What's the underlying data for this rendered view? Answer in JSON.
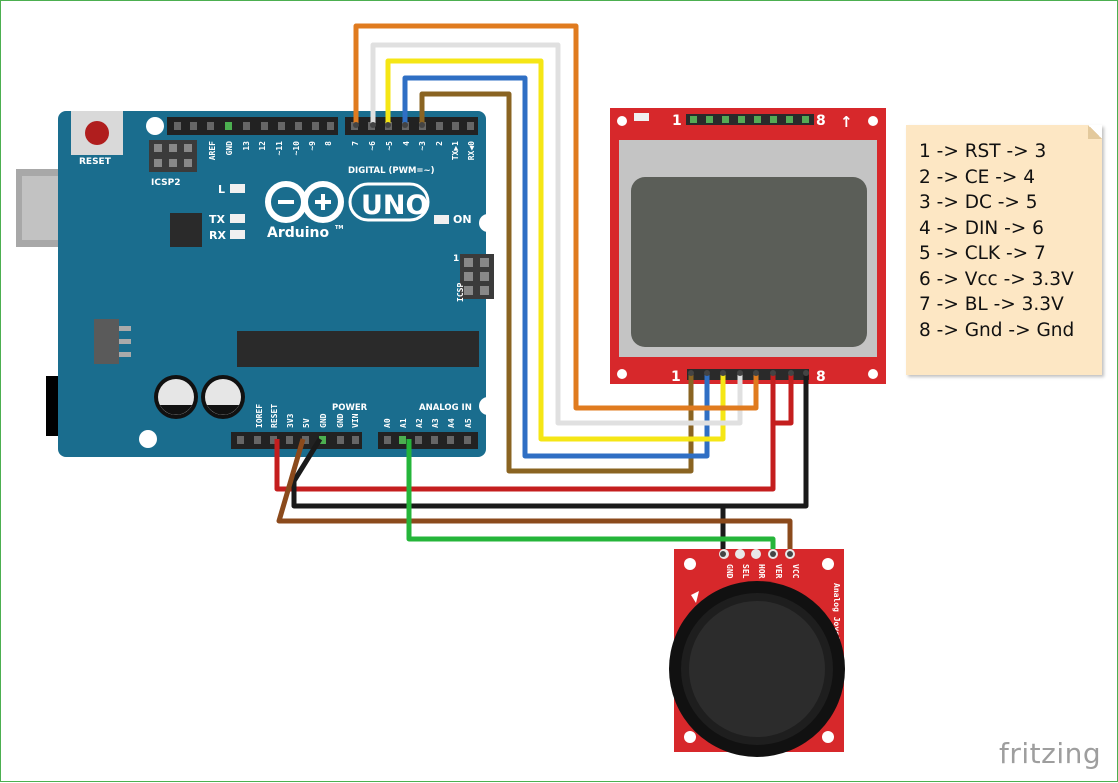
{
  "pin_mapping": [
    "1 -> RST -> 3",
    "2 -> CE -> 4",
    "3 -> DC -> 5",
    "4 -> DIN -> 6",
    "5 -> CLK -> 7",
    "6 -> Vcc -> 3.3V",
    "7 -> BL -> 3.3V",
    "8 -> Gnd -> Gnd"
  ],
  "brand": "fritzing",
  "arduino": {
    "name": "UNO",
    "logo": "Arduino",
    "tm": "TM",
    "reset_label": "RESET",
    "icsp2_label": "ICSP2",
    "icsp_label": "ICSP",
    "icsp_pin1": "1",
    "led_l": "L",
    "led_tx": "TX",
    "led_rx": "RX",
    "led_on": "ON",
    "digital_label": "DIGITAL (PWM=~)",
    "power_label": "POWER",
    "analog_label": "ANALOG IN",
    "top_header_pins": [
      "AREF",
      "GND",
      "13",
      "12",
      "~11",
      "~10",
      "~9",
      "8"
    ],
    "digital_pins": [
      "7",
      "~6",
      "~5",
      "4",
      "~3",
      "2",
      "TX▶1",
      "RX◀0"
    ],
    "power_pins": [
      "IOREF",
      "RESET",
      "3V3",
      "5V",
      "GND",
      "GND",
      "VIN"
    ],
    "analog_pins": [
      "A0",
      "A1",
      "A2",
      "A3",
      "A4",
      "A5"
    ]
  },
  "lcd": {
    "pin_first": "1",
    "pin_last": "8",
    "arrow": "↑"
  },
  "joystick": {
    "pins": [
      "GND",
      "SEL",
      "HOR",
      "VER",
      "VCC"
    ],
    "label": "Analog Joystick"
  },
  "colors": {
    "board": "#1a6d8e",
    "lcd_pcb": "#d7282b",
    "note_bg": "#fde7c4",
    "wire_orange": "#e07b1f",
    "wire_white": "#e8e8e8",
    "wire_yellow": "#f5e615",
    "wire_blue": "#2f6fc4",
    "wire_brown": "#8a6422",
    "wire_red": "#c41e1e",
    "wire_black": "#1a1a1a",
    "wire_green": "#25b53a",
    "wire_darkbrown": "#8b4a1c"
  }
}
